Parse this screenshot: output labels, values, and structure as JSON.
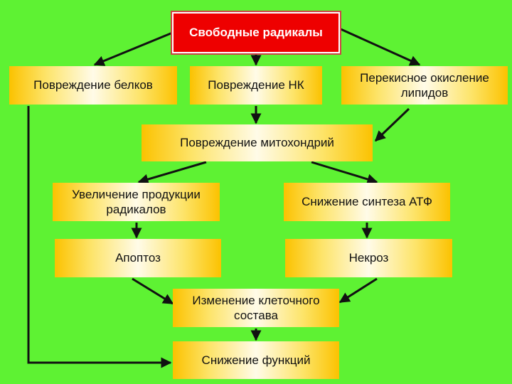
{
  "colors": {
    "background": "#5ef233",
    "root_box": "#ee0000",
    "box_edge": "#fbc200",
    "box_center": "#fffbe8",
    "arrow": "#111111"
  },
  "nodes": {
    "free_radicals": "Свободные радикалы",
    "protein_damage": "Повреждение белков",
    "nucleic_acid_damage": "Повреждение НК",
    "lipid_peroxidation": "Перекисное окисление липидов",
    "mitochondria_damage": "Повреждение митохондрий",
    "radical_production_increase": "Увеличение продукции радикалов",
    "atp_synthesis_decrease": "Снижение синтеза АТФ",
    "apoptosis": "Апоптоз",
    "necrosis": "Некроз",
    "cell_composition_change": "Изменение клеточного состава",
    "function_decrease": "Снижение функций"
  },
  "edges": [
    [
      "free_radicals",
      "protein_damage"
    ],
    [
      "free_radicals",
      "nucleic_acid_damage"
    ],
    [
      "free_radicals",
      "lipid_peroxidation"
    ],
    [
      "nucleic_acid_damage",
      "mitochondria_damage"
    ],
    [
      "lipid_peroxidation",
      "mitochondria_damage"
    ],
    [
      "mitochondria_damage",
      "radical_production_increase"
    ],
    [
      "mitochondria_damage",
      "atp_synthesis_decrease"
    ],
    [
      "radical_production_increase",
      "apoptosis"
    ],
    [
      "atp_synthesis_decrease",
      "necrosis"
    ],
    [
      "apoptosis",
      "cell_composition_change"
    ],
    [
      "necrosis",
      "cell_composition_change"
    ],
    [
      "cell_composition_change",
      "function_decrease"
    ],
    [
      "protein_damage",
      "function_decrease"
    ]
  ]
}
